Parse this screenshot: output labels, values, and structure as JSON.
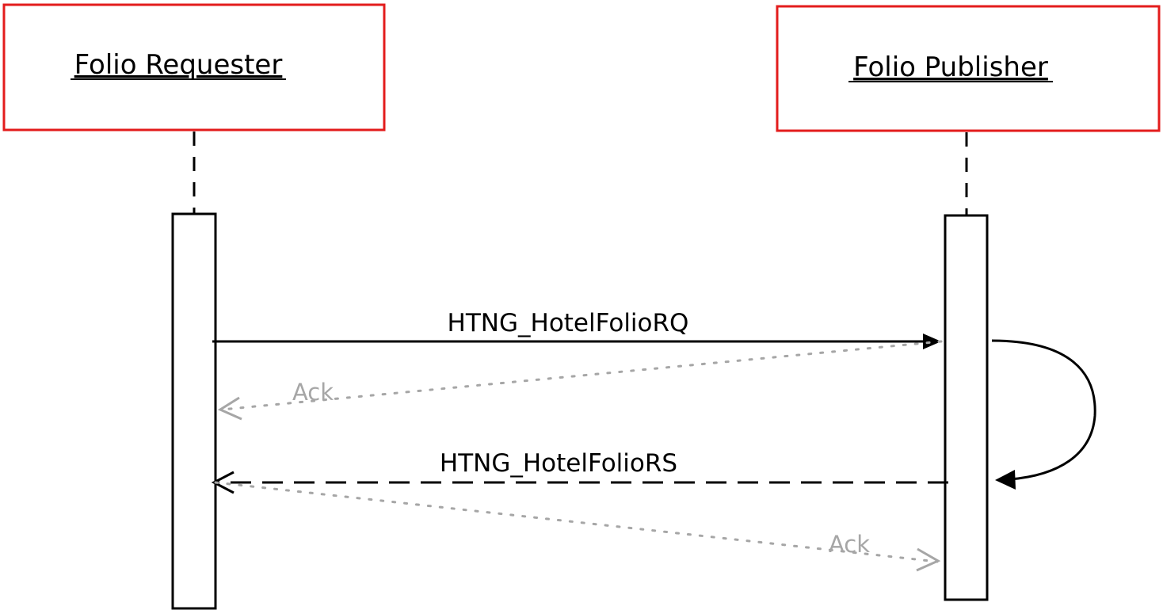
{
  "participants": {
    "requester": {
      "name": "Folio Requester"
    },
    "publisher": {
      "name": "Folio Publisher"
    }
  },
  "messages": {
    "request": {
      "label": "HTNG_HotelFolioRQ",
      "from": "Folio Requester",
      "to": "Folio Publisher",
      "style": "solid"
    },
    "ack1": {
      "label": "Ack",
      "from": "Folio Publisher",
      "to": "Folio Requester",
      "style": "dotted"
    },
    "response": {
      "label": "HTNG_HotelFolioRS",
      "from": "Folio Publisher",
      "to": "Folio Requester",
      "style": "dashed"
    },
    "ack2": {
      "label": "Ack",
      "from": "Folio Requester",
      "to": "Folio Publisher",
      "style": "dotted"
    }
  },
  "colors": {
    "participant_border": "#e31c1c",
    "line": "#000000",
    "ack": "#a6a6a6"
  }
}
